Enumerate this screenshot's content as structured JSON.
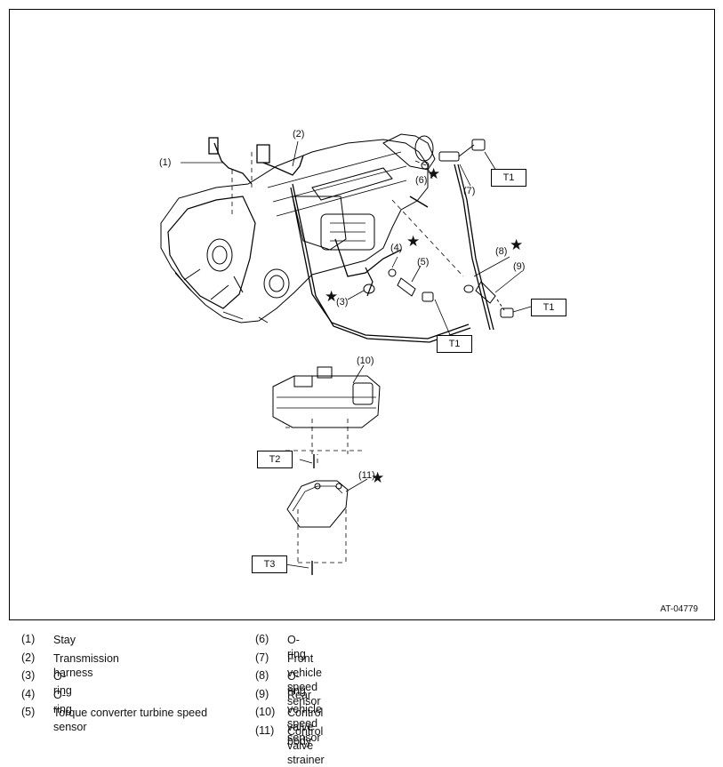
{
  "figure_id": "AT-04779",
  "callouts": {
    "c1": "(1)",
    "c2": "(2)",
    "c3": "(3)",
    "c4": "(4)",
    "c5": "(5)",
    "c6": "(6)",
    "c7": "(7)",
    "c8": "(8)",
    "c9": "(9)",
    "c10": "(10)",
    "c11": "(11)"
  },
  "torque_labels": {
    "t1": "T1",
    "t2": "T2",
    "t3": "T3"
  },
  "star_symbol": "★",
  "legend": [
    {
      "num": "(1)",
      "text": "Stay"
    },
    {
      "num": "(2)",
      "text": "Transmission harness"
    },
    {
      "num": "(3)",
      "text": "O-ring"
    },
    {
      "num": "(4)",
      "text": "O-ring"
    },
    {
      "num": "(5)",
      "text": "Torque converter turbine speed sensor"
    },
    {
      "num": "(6)",
      "text": "O-ring"
    },
    {
      "num": "(7)",
      "text": "Front vehicle speed sensor"
    },
    {
      "num": "(8)",
      "text": "O-ring"
    },
    {
      "num": "(9)",
      "text": "Rear vehicle speed sensor"
    },
    {
      "num": "(10)",
      "text": "Control valve body"
    },
    {
      "num": "(11)",
      "text": "Control valve strainer"
    }
  ]
}
